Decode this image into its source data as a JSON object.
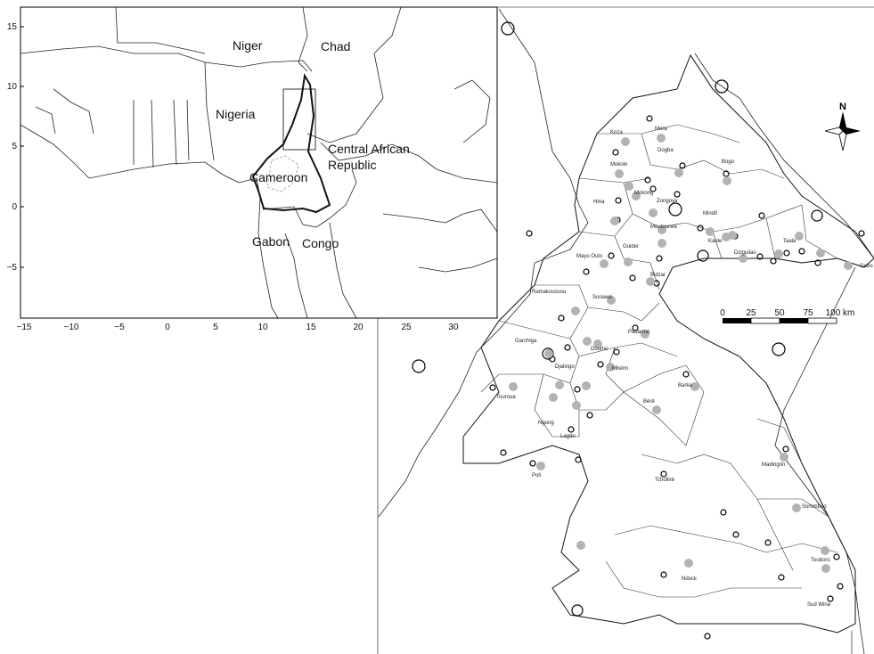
{
  "inset_map": {
    "x_ticks": [
      "−15",
      "−10",
      "−5",
      "0",
      "5",
      "10",
      "15",
      "20",
      "25",
      "30"
    ],
    "y_ticks": [
      "15",
      "10",
      "5",
      "0",
      "−5"
    ],
    "country_labels": [
      "Niger",
      "Chad",
      "Nigeria",
      "Central African",
      "Republic",
      "Cameroon",
      "Gabon",
      "Congo"
    ]
  },
  "main_map": {
    "place_labels": [
      "Koza",
      "Mora",
      "Dogba",
      "Bogo",
      "Mokolo",
      "Mokong",
      "Zongoya",
      "Hina",
      "Mindif",
      "Moutourwa",
      "Kaele",
      "Dziguilao",
      "Taala",
      "Gobo",
      "Mayo Oulo",
      "Guider",
      "Bidzar",
      "Ramakoussou",
      "Sorawel",
      "Padarmé",
      "Doumo",
      "Garchiga",
      "Djalingo",
      "Mbémi",
      "Barka",
      "Touroua",
      "Béré",
      "Ngong",
      "Lagdo",
      "Poli",
      "Tcholliré",
      "Madingrin",
      "Sorombéo",
      "Touboro",
      "Ndock",
      "Sud Wina"
    ],
    "scale_bar": {
      "ticks": [
        "0",
        "25",
        "50",
        "75",
        "100 km"
      ]
    },
    "north_arrow": "N"
  },
  "legend_colors": {
    "filled_marker": "#b3b3b3",
    "open_marker": "#000000"
  }
}
